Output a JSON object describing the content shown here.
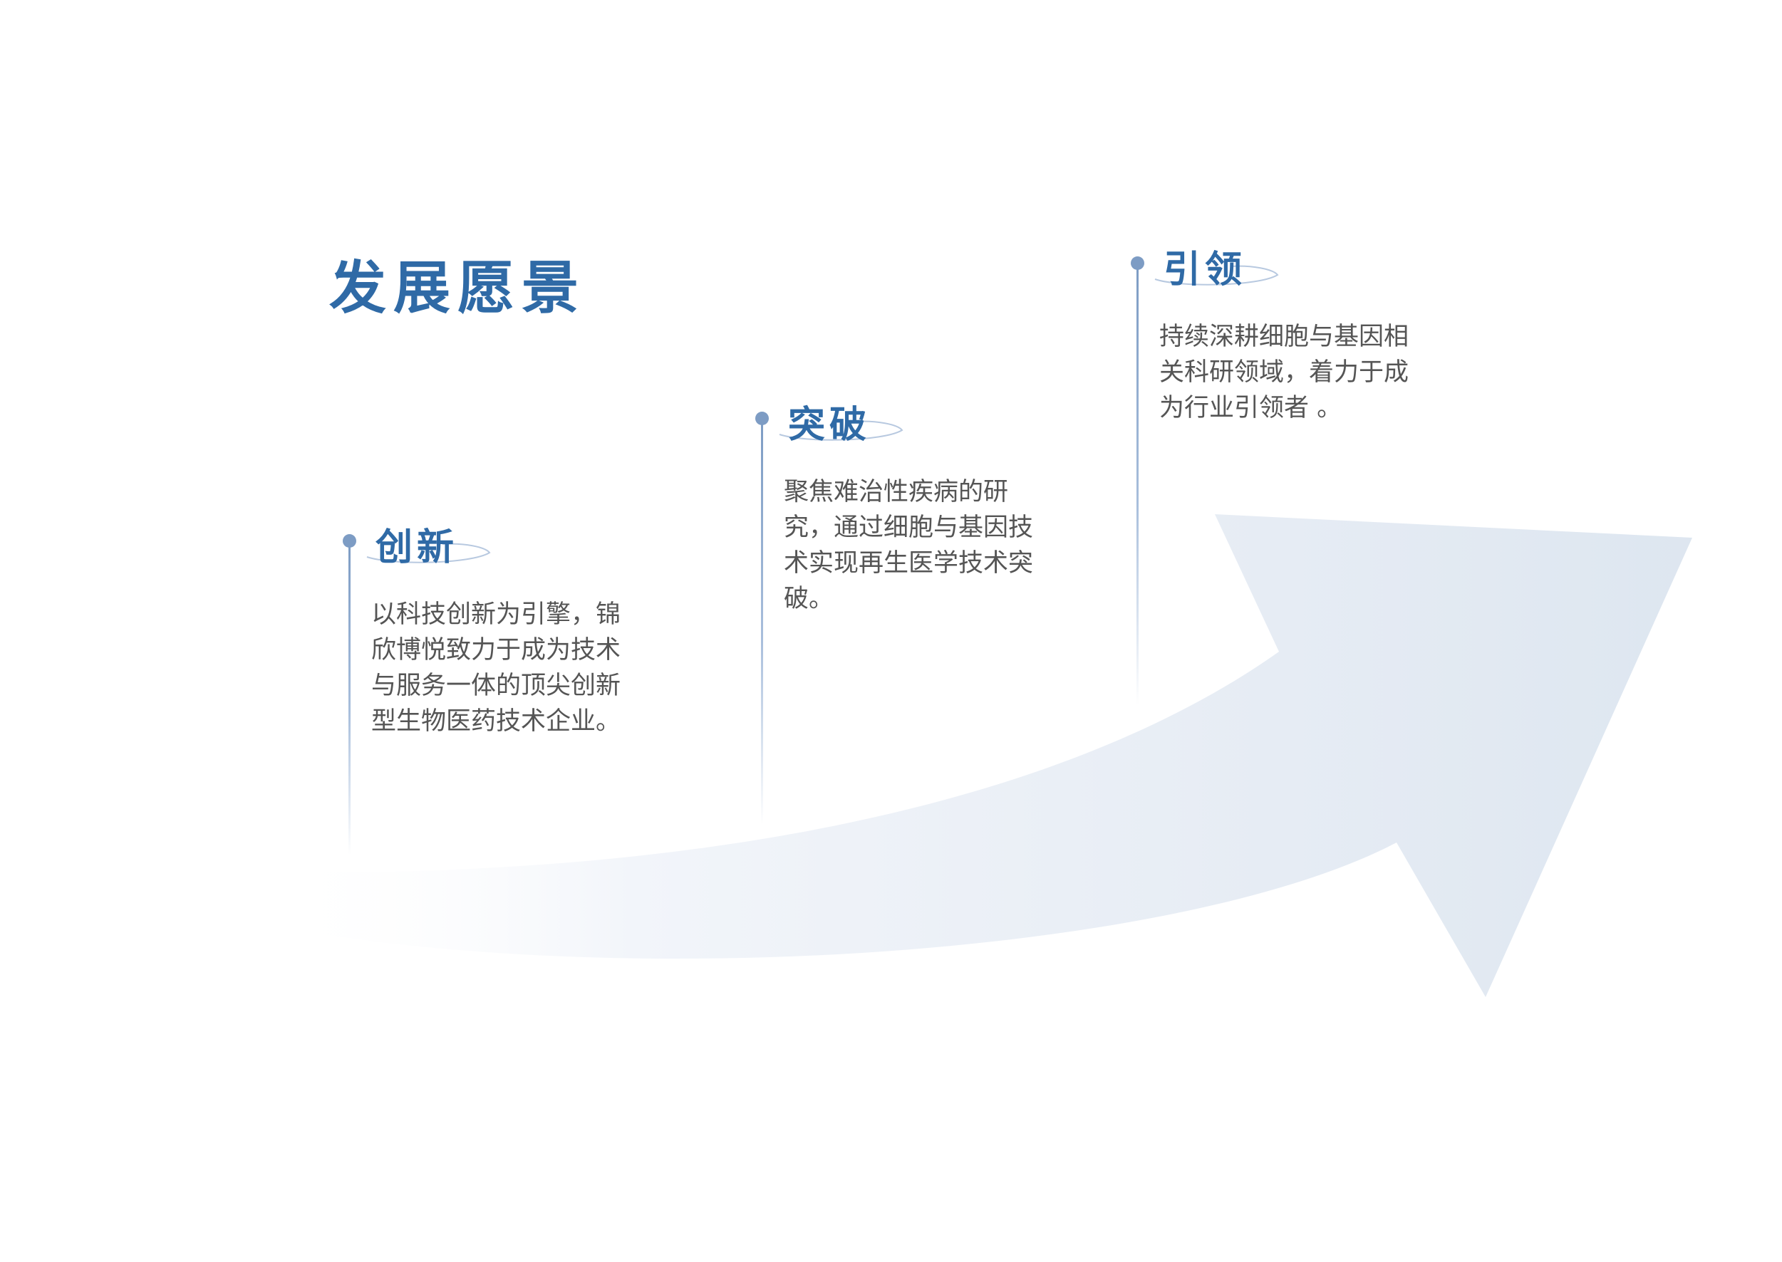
{
  "title": "发展愿景",
  "stages": [
    {
      "heading": "创新",
      "description": "以科技创新为引擎，锦欣博悦致力于成为技术与服务一体的顶尖创新型生物医药技术企业。"
    },
    {
      "heading": "突破",
      "description": "聚焦难治性疾病的研究，通过细胞与基因技术实现再生医学技术突破。"
    },
    {
      "heading": "引领",
      "description": "持续深耕细胞与基因相关科研领域，着力于成为行业引领者 。"
    }
  ],
  "colors": {
    "accent": "#2f6aa6",
    "dot": "#7d9cc4",
    "body_text": "#555555",
    "arrow": "#dfe7f1"
  }
}
